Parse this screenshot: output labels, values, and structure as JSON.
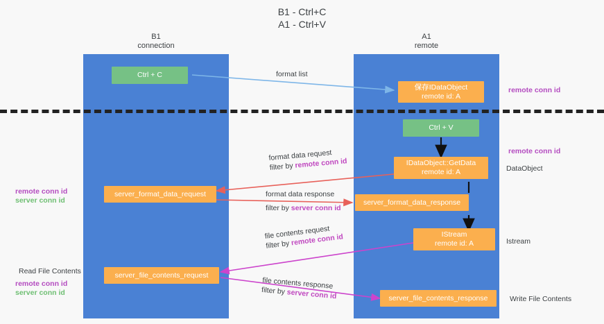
{
  "title": "B1 - Ctrl+C\nA1 - Ctrl+V",
  "columns": {
    "left": {
      "name": "B1",
      "role": "connection",
      "label": "B1\nconnection"
    },
    "right": {
      "name": "A1",
      "role": "remote",
      "label": "A1\nremote"
    }
  },
  "nodes": {
    "ctrl_c": {
      "label": "Ctrl + C",
      "color": "#76c185"
    },
    "save_idataobject": {
      "label": "保存IDataObject\nremote id: A",
      "color": "#fbaf4e"
    },
    "ctrl_v": {
      "label": "Ctrl + V",
      "color": "#76c185"
    },
    "getdata": {
      "label": "IDataObject::GetData\nremote id: A",
      "color": "#fbaf4e"
    },
    "format_data_request": {
      "label": "server_format_data_request",
      "color": "#fbaf4e"
    },
    "format_data_response": {
      "label": "server_format_data_response",
      "color": "#fbaf4e"
    },
    "istream": {
      "label": "IStream\nremote id: A",
      "color": "#fbaf4e"
    },
    "file_contents_request": {
      "label": "server_file_contents_request",
      "color": "#fbaf4e"
    },
    "file_contents_response": {
      "label": "server_file_contents_response",
      "color": "#fbaf4e"
    }
  },
  "edges": {
    "format_list": {
      "label": "format list",
      "color": "#7eb6e8"
    },
    "format_data_request": {
      "label": "format data request",
      "filter_prefix": "filter by ",
      "filter_key": "remote conn id",
      "color": "#e8615a"
    },
    "format_data_response": {
      "label": "format data response",
      "filter_prefix": "filter by ",
      "filter_key": "server conn id",
      "color": "#e8615a"
    },
    "file_contents_request": {
      "label": "file contents request",
      "filter_prefix": "filter by ",
      "filter_key": "remote conn id",
      "color": "#cc44cc"
    },
    "file_contents_response": {
      "label": "file contents response",
      "filter_prefix": "filter by ",
      "filter_key": "server conn id",
      "color": "#cc44cc"
    }
  },
  "annotations": {
    "right_remote_conn_top": "remote conn id",
    "right_remote_conn_mid": "remote conn id",
    "right_dataobject": "DataObject",
    "right_istream": "Istream",
    "right_write_file": "Write File Contents",
    "left_remote_conn": "remote conn id",
    "left_server_conn": "server conn id",
    "left_read_file": "Read File Contents",
    "left_remote_conn_2": "remote conn id",
    "left_server_conn_2": "server conn id"
  },
  "colors": {
    "lane": "#4a81d4",
    "node_green": "#76c185",
    "node_orange": "#fbaf4e",
    "highlight_remote": "#b44cc0",
    "highlight_server": "#6fbf73",
    "divider": "#222222",
    "background": "#f8f8f8"
  }
}
